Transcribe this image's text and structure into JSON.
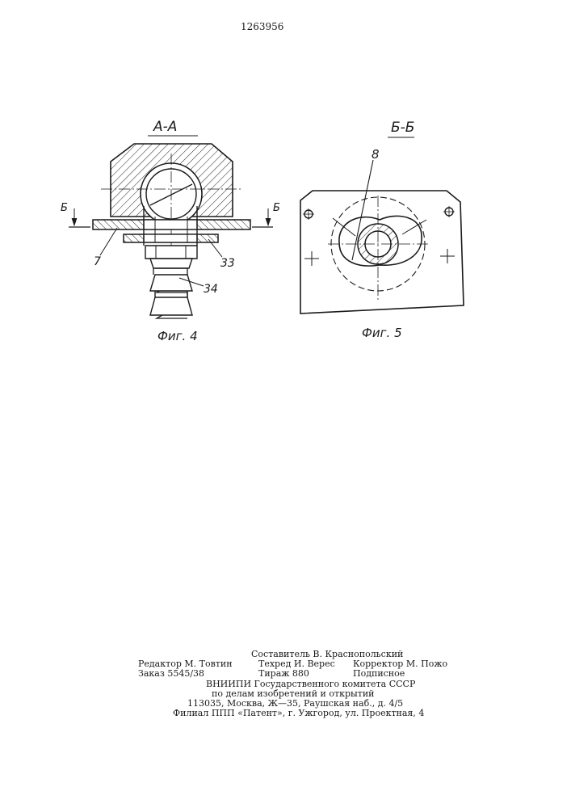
{
  "patent_number": "1263956",
  "fig4": {
    "section_label": "А-А",
    "section_marker_left": "Б",
    "section_marker_right": "Б",
    "callouts": [
      "7",
      "33",
      "34"
    ],
    "caption": "Фиг. 4"
  },
  "fig5": {
    "section_label": "Б-Б",
    "callout": "8",
    "caption": "Фиг. 5"
  },
  "colophon": {
    "compiler": "Составитель В. Краснопольский",
    "editor": "Редактор М. Товтин",
    "tech_editor": "Техред И. Верес",
    "corrector": "Корректор М. Пожо",
    "order": "Заказ 5545/38",
    "circulation": "Тираж 880",
    "subscription": "Подписное",
    "org_line1": "ВНИИПИ Государственного комитета СССР",
    "org_line2": "по делам изобретений и открытий",
    "address": "113035, Москва, Ж—35, Раушская наб., д. 4/5",
    "branch": "Филиал ППП «Патент», г. Ужгород, ул. Проектная, 4"
  }
}
